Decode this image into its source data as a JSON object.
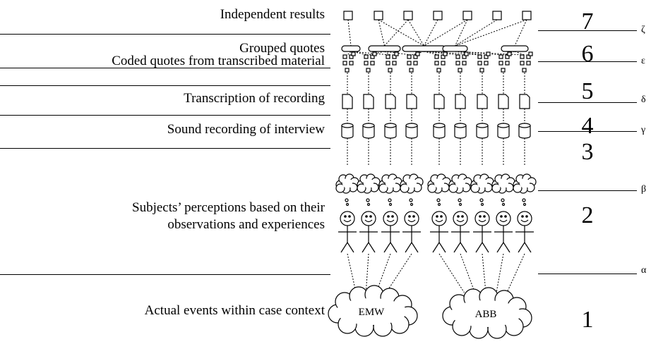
{
  "levels": [
    {
      "label": "Independent results",
      "number": "7"
    },
    {
      "label": "Grouped quotes",
      "number": "6"
    },
    {
      "label": "Coded quotes from transcribed material",
      "number": "5"
    },
    {
      "label": "Transcription of recording",
      "number": "4"
    },
    {
      "label": "Sound recording of interview",
      "number": "3"
    },
    {
      "label_lines": [
        "Subjects’ perceptions based on their",
        "observations and experiences"
      ],
      "number": "2"
    },
    {
      "label": "Actual events within case context",
      "number": "1"
    }
  ],
  "boundaries": [
    "ζ",
    "ε",
    "δ",
    "γ",
    "β",
    "α"
  ],
  "cases": [
    {
      "name": "EMW",
      "subjects": 4
    },
    {
      "name": "ABB",
      "subjects": 5
    }
  ],
  "results_count": 7,
  "groups_count": 5,
  "icons": {
    "result": "square-icon",
    "group": "capsule-icon",
    "quotes": "coded-quotes-icon",
    "transcript": "document-icon",
    "recording": "cylinder-icon",
    "perception": "thought-cloud-icon",
    "subject": "stick-figure-icon",
    "case": "cloud-icon"
  }
}
